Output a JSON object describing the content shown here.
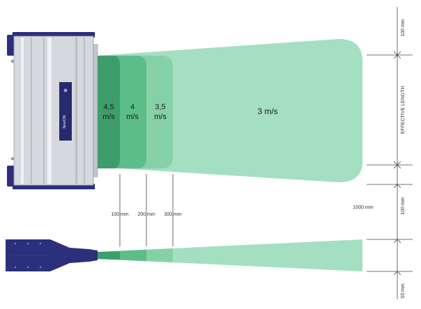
{
  "device": {
    "brand_text": "NewION",
    "body_color": "#d4d6dc",
    "frame_color": "#2b2f7c",
    "strip_color": "#c0c3cc"
  },
  "zones": [
    {
      "id": "z45",
      "label": "4,5\nm/s",
      "color": "#3d9e6c"
    },
    {
      "id": "z4",
      "label": "4\nm/s",
      "color": "#5dbd88"
    },
    {
      "id": "z35",
      "label": "3,5\nm/s",
      "color": "#86d0a8"
    },
    {
      "id": "z3",
      "label": "3 m/s",
      "color": "#a4dfc1"
    }
  ],
  "distance_marks": [
    "100 mm",
    "200 mm",
    "300 mm"
  ],
  "right_dims": {
    "top": "100 mm",
    "effective": "EFFECTIVE LENGTH",
    "middle": "100 mm",
    "height": "1000 mm",
    "bottom": "55 mm"
  }
}
